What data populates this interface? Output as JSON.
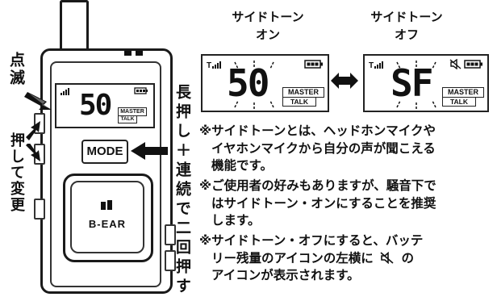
{
  "left_labels": {
    "blink": "点滅",
    "press_change": "押して変更",
    "long_press": "長押し＋連続で二回押す"
  },
  "device": {
    "display_value": "50",
    "master_label": "MASTER",
    "talk_label": "TALK",
    "mode_label": "MODE",
    "brand_label": "B-EAR"
  },
  "sidetone_on": {
    "caption_line1": "サイドトーン",
    "caption_line2": "オン",
    "display_value": "50",
    "master_label": "MASTER",
    "talk_label": "TALK"
  },
  "sidetone_off": {
    "caption_line1": "サイドトーン",
    "caption_line2": "オフ",
    "display_value": "SF",
    "master_label": "MASTER",
    "talk_label": "TALK"
  },
  "notes": {
    "note1_line1": "※サイドトーンとは、ヘッドホンマイクや",
    "note1_line2": "イヤホンマイクから自分の声が聞こえる",
    "note1_line3": "機能です。",
    "note2_line1": "※ご使用者の好みもありますが、騒音下で",
    "note2_line2": "はサイドトーン・オンにすることを推奨",
    "note2_line3": "します。",
    "note3_line1": "※サイドトーン・オフにすると、バッテ",
    "note3_line2_a": "リー残量のアイコンの左横に",
    "note3_line2_b": "の",
    "note3_line3": "アイコンが表示されます。"
  }
}
